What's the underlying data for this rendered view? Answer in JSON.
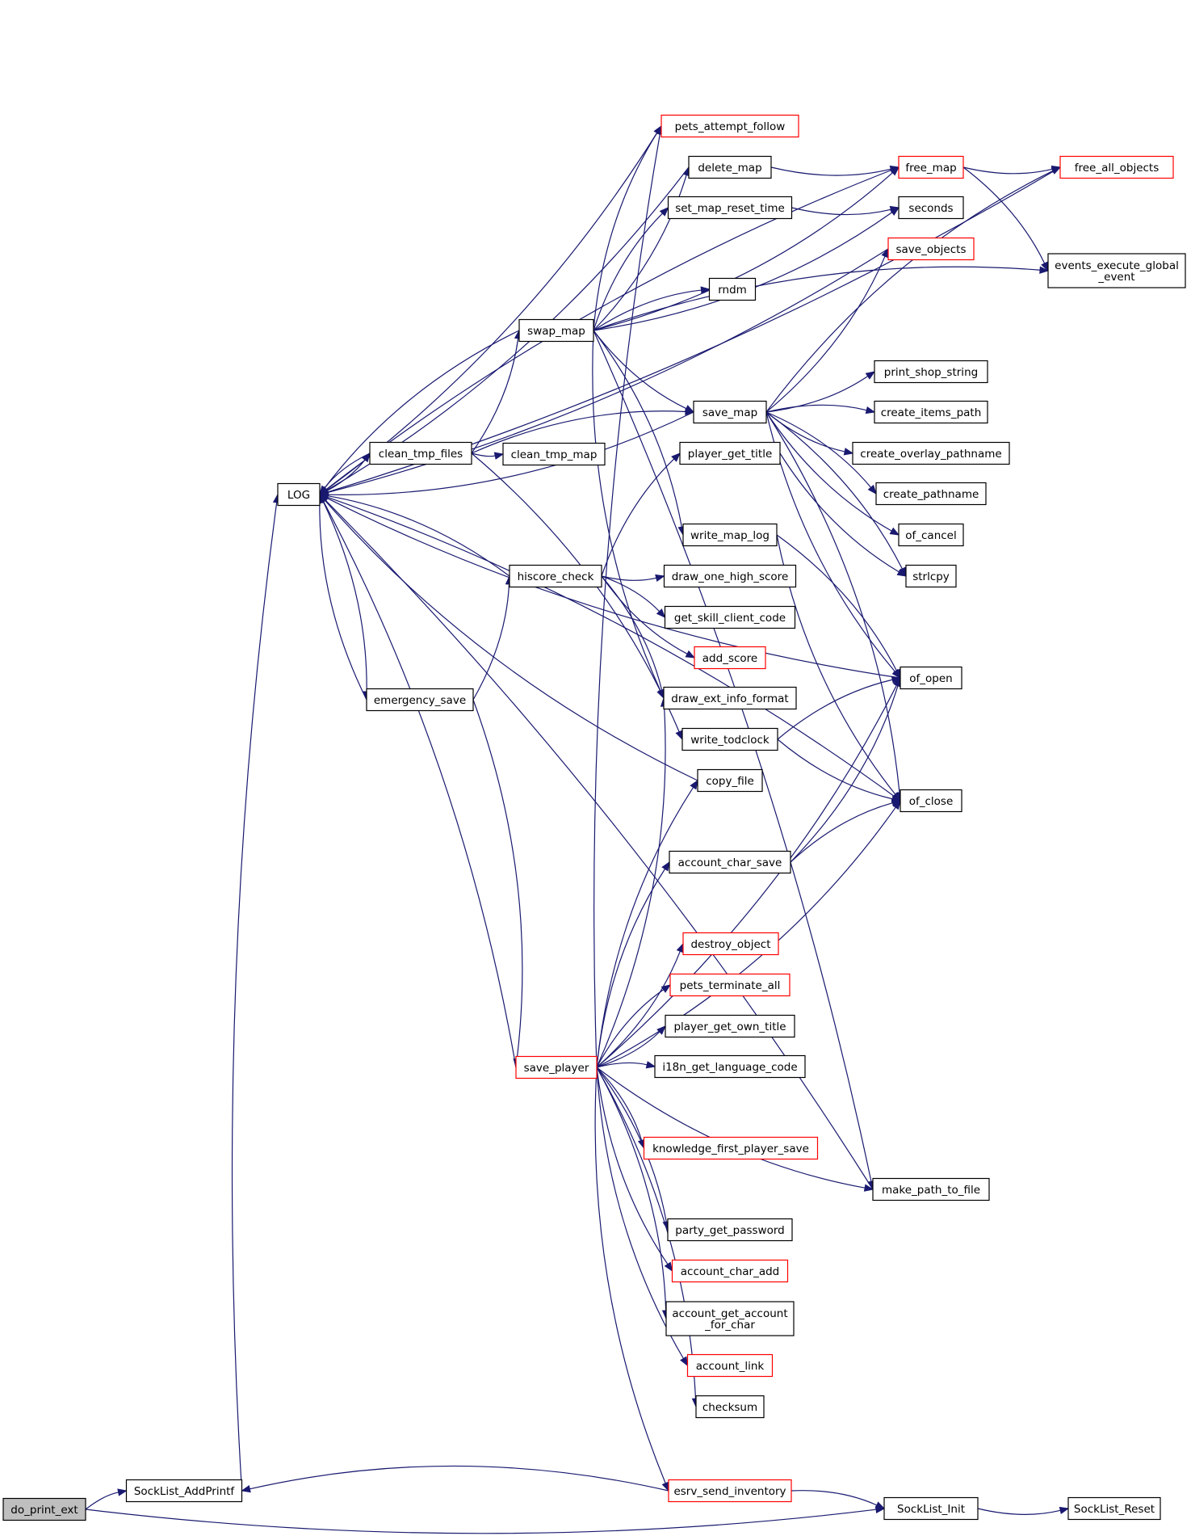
{
  "colors": {
    "edge": "#191970",
    "node_border_normal": "#000000",
    "node_border_truncated": "#ff0000",
    "node_fill_root": "#bfbfbf",
    "node_fill": "#ffffff"
  },
  "nodes": {
    "do_print_ext": {
      "label": "do_print_ext",
      "style": "root"
    },
    "SockList_AddPrintf": {
      "label": "SockList_AddPrintf",
      "style": "normal"
    },
    "LOG": {
      "label": "LOG",
      "style": "normal"
    },
    "clean_tmp_files": {
      "label": "clean_tmp_files",
      "style": "normal"
    },
    "emergency_save": {
      "label": "emergency_save",
      "style": "normal"
    },
    "swap_map": {
      "label": "swap_map",
      "style": "normal"
    },
    "hiscore_check": {
      "label": "hiscore_check",
      "style": "normal"
    },
    "save_player": {
      "label": "save_player",
      "style": "truncated"
    },
    "pets_attempt_follow": {
      "label": "pets_attempt_follow",
      "style": "truncated"
    },
    "delete_map": {
      "label": "delete_map",
      "style": "normal"
    },
    "set_map_reset_time": {
      "label": "set_map_reset_time",
      "style": "normal"
    },
    "rndm": {
      "label": "rndm",
      "style": "normal"
    },
    "save_map": {
      "label": "save_map",
      "style": "normal"
    },
    "clean_tmp_map": {
      "label": "clean_tmp_map",
      "style": "normal"
    },
    "player_get_title": {
      "label": "player_get_title",
      "style": "normal"
    },
    "write_map_log": {
      "label": "write_map_log",
      "style": "normal"
    },
    "draw_one_high_score": {
      "label": "draw_one_high_score",
      "style": "normal"
    },
    "get_skill_client_code": {
      "label": "get_skill_client_code",
      "style": "normal"
    },
    "add_score": {
      "label": "add_score",
      "style": "truncated"
    },
    "draw_ext_info_format": {
      "label": "draw_ext_info_format",
      "style": "normal"
    },
    "write_todclock": {
      "label": "write_todclock",
      "style": "normal"
    },
    "copy_file": {
      "label": "copy_file",
      "style": "normal"
    },
    "account_char_save": {
      "label": "account_char_save",
      "style": "normal"
    },
    "destroy_object": {
      "label": "destroy_object",
      "style": "truncated"
    },
    "pets_terminate_all": {
      "label": "pets_terminate_all",
      "style": "truncated"
    },
    "player_get_own_title": {
      "label": "player_get_own_title",
      "style": "normal"
    },
    "i18n_get_language_code": {
      "label": "i18n_get_language_code",
      "style": "normal"
    },
    "knowledge_first_player_save": {
      "label": "knowledge_first_player_save",
      "style": "truncated"
    },
    "party_get_password": {
      "label": "party_get_password",
      "style": "normal"
    },
    "account_char_add": {
      "label": "account_char_add",
      "style": "truncated"
    },
    "account_get_account_for_char": {
      "label": "account_get_account\n_for_char",
      "style": "normal"
    },
    "account_link": {
      "label": "account_link",
      "style": "truncated"
    },
    "checksum": {
      "label": "checksum",
      "style": "normal"
    },
    "esrv_send_inventory": {
      "label": "esrv_send_inventory",
      "style": "truncated"
    },
    "free_map": {
      "label": "free_map",
      "style": "truncated"
    },
    "seconds": {
      "label": "seconds",
      "style": "normal"
    },
    "save_objects": {
      "label": "save_objects",
      "style": "truncated"
    },
    "print_shop_string": {
      "label": "print_shop_string",
      "style": "normal"
    },
    "create_items_path": {
      "label": "create_items_path",
      "style": "normal"
    },
    "create_overlay_pathname": {
      "label": "create_overlay_pathname",
      "style": "normal"
    },
    "create_pathname": {
      "label": "create_pathname",
      "style": "normal"
    },
    "of_cancel": {
      "label": "of_cancel",
      "style": "normal"
    },
    "strlcpy": {
      "label": "strlcpy",
      "style": "normal"
    },
    "of_open": {
      "label": "of_open",
      "style": "normal"
    },
    "of_close": {
      "label": "of_close",
      "style": "normal"
    },
    "make_path_to_file": {
      "label": "make_path_to_file",
      "style": "normal"
    },
    "SockList_Init": {
      "label": "SockList_Init",
      "style": "normal"
    },
    "free_all_objects": {
      "label": "free_all_objects",
      "style": "truncated"
    },
    "events_execute_global_event": {
      "label": "events_execute_global\n_event",
      "style": "normal"
    },
    "SockList_Reset": {
      "label": "SockList_Reset",
      "style": "normal"
    }
  },
  "edges": [
    [
      "do_print_ext",
      "SockList_AddPrintf"
    ],
    [
      "do_print_ext",
      "SockList_Init"
    ],
    [
      "SockList_AddPrintf",
      "LOG"
    ],
    [
      "LOG",
      "clean_tmp_files"
    ],
    [
      "LOG",
      "emergency_save"
    ],
    [
      "clean_tmp_files",
      "swap_map"
    ],
    [
      "clean_tmp_files",
      "save_map"
    ],
    [
      "clean_tmp_files",
      "clean_tmp_map"
    ],
    [
      "clean_tmp_files",
      "write_todclock"
    ],
    [
      "clean_tmp_files",
      "LOG"
    ],
    [
      "emergency_save",
      "LOG"
    ],
    [
      "emergency_save",
      "hiscore_check"
    ],
    [
      "emergency_save",
      "save_player"
    ],
    [
      "swap_map",
      "LOG"
    ],
    [
      "swap_map",
      "pets_attempt_follow"
    ],
    [
      "swap_map",
      "delete_map"
    ],
    [
      "swap_map",
      "set_map_reset_time"
    ],
    [
      "swap_map",
      "seconds"
    ],
    [
      "swap_map",
      "rndm"
    ],
    [
      "swap_map",
      "free_map"
    ],
    [
      "swap_map",
      "events_execute_global_event"
    ],
    [
      "swap_map",
      "save_map"
    ],
    [
      "swap_map",
      "write_map_log"
    ],
    [
      "swap_map",
      "draw_ext_info_format"
    ],
    [
      "swap_map",
      "make_path_to_file"
    ],
    [
      "hiscore_check",
      "LOG"
    ],
    [
      "hiscore_check",
      "player_get_title"
    ],
    [
      "hiscore_check",
      "draw_one_high_score"
    ],
    [
      "hiscore_check",
      "get_skill_client_code"
    ],
    [
      "hiscore_check",
      "add_score"
    ],
    [
      "hiscore_check",
      "draw_ext_info_format"
    ],
    [
      "save_player",
      "LOG"
    ],
    [
      "save_player",
      "pets_attempt_follow"
    ],
    [
      "save_player",
      "draw_ext_info_format"
    ],
    [
      "save_player",
      "copy_file"
    ],
    [
      "save_player",
      "of_open"
    ],
    [
      "save_player",
      "account_char_save"
    ],
    [
      "save_player",
      "destroy_object"
    ],
    [
      "save_player",
      "pets_terminate_all"
    ],
    [
      "save_player",
      "player_get_own_title"
    ],
    [
      "save_player",
      "i18n_get_language_code"
    ],
    [
      "save_player",
      "of_close"
    ],
    [
      "save_player",
      "knowledge_first_player_save"
    ],
    [
      "save_player",
      "make_path_to_file"
    ],
    [
      "save_player",
      "party_get_password"
    ],
    [
      "save_player",
      "account_char_add"
    ],
    [
      "save_player",
      "account_get_account_for_char"
    ],
    [
      "save_player",
      "account_link"
    ],
    [
      "save_player",
      "checksum"
    ],
    [
      "save_player",
      "esrv_send_inventory"
    ],
    [
      "pets_attempt_follow",
      "LOG"
    ],
    [
      "delete_map",
      "free_map"
    ],
    [
      "delete_map",
      "LOG"
    ],
    [
      "set_map_reset_time",
      "seconds"
    ],
    [
      "save_map",
      "LOG"
    ],
    [
      "save_map",
      "save_objects"
    ],
    [
      "save_map",
      "free_all_objects"
    ],
    [
      "save_map",
      "print_shop_string"
    ],
    [
      "save_map",
      "create_items_path"
    ],
    [
      "save_map",
      "create_overlay_pathname"
    ],
    [
      "save_map",
      "create_pathname"
    ],
    [
      "save_map",
      "of_cancel"
    ],
    [
      "save_map",
      "strlcpy"
    ],
    [
      "save_map",
      "of_open"
    ],
    [
      "save_map",
      "of_close"
    ],
    [
      "player_get_title",
      "strlcpy"
    ],
    [
      "write_map_log",
      "of_open"
    ],
    [
      "write_map_log",
      "of_close"
    ],
    [
      "write_todclock",
      "of_open"
    ],
    [
      "write_todclock",
      "of_close"
    ],
    [
      "copy_file",
      "LOG"
    ],
    [
      "account_char_save",
      "of_open"
    ],
    [
      "account_char_save",
      "of_close"
    ],
    [
      "esrv_send_inventory",
      "SockList_AddPrintf"
    ],
    [
      "esrv_send_inventory",
      "SockList_Init"
    ],
    [
      "free_map",
      "free_all_objects"
    ],
    [
      "free_map",
      "events_execute_global_event"
    ],
    [
      "free_map",
      "LOG"
    ],
    [
      "save_objects",
      "LOG"
    ],
    [
      "of_close",
      "LOG"
    ],
    [
      "of_open",
      "LOG"
    ],
    [
      "make_path_to_file",
      "LOG"
    ],
    [
      "free_all_objects",
      "LOG"
    ],
    [
      "SockList_Init",
      "SockList_Reset"
    ]
  ]
}
